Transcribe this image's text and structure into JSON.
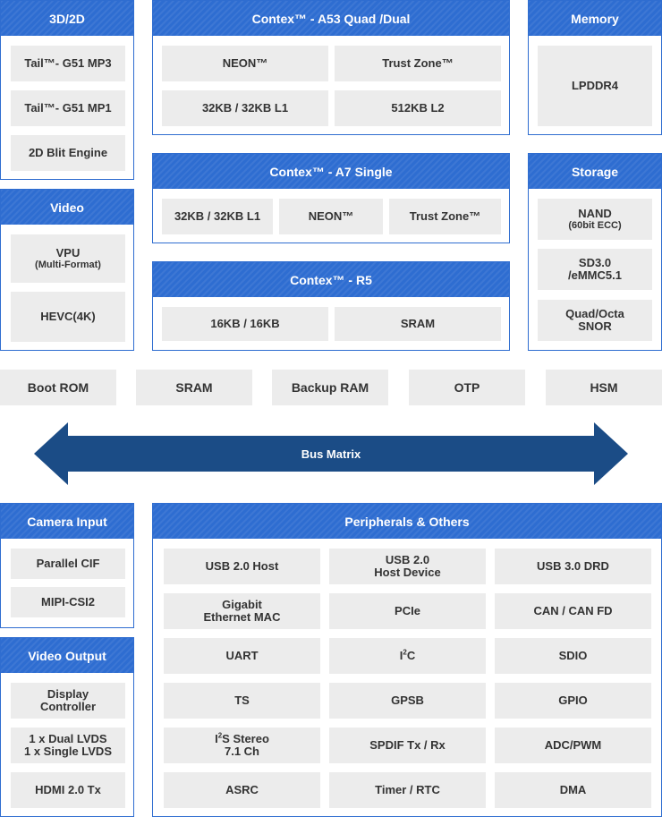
{
  "blocks": {
    "g3d": {
      "title": "3D/2D",
      "items": [
        "Tail™- G51 MP3",
        "Tail™- G51 MP1",
        "2D Blit Engine"
      ]
    },
    "a53": {
      "title": "Contex™ - A53 Quad /Dual",
      "items": [
        "NEON™",
        "Trust Zone™",
        "32KB / 32KB L1",
        "512KB  L2"
      ]
    },
    "memory": {
      "title": "Memory",
      "items": [
        "LPDDR4"
      ]
    },
    "video": {
      "title": "Video",
      "vpu_main": "VPU",
      "vpu_sub": "(Multi-Format)",
      "hevc": "HEVC(4K)"
    },
    "a7": {
      "title": "Contex™ - A7 Single",
      "items": [
        "32KB / 32KB L1",
        "NEON™",
        "Trust Zone™"
      ]
    },
    "storage": {
      "title": "Storage",
      "nand_main": "NAND",
      "nand_sub": "(60bit ECC)",
      "sd_line1": "SD3.0",
      "sd_line2": "/eMMC5.1",
      "qspi_line1": "Quad/Octa",
      "qspi_line2": "SNOR"
    },
    "r5": {
      "title": "Contex™ - R5",
      "items": [
        "16KB / 16KB",
        "SRAM"
      ]
    },
    "camera": {
      "title": "Camera Input",
      "items": [
        "Parallel CIF",
        "MIPI-CSI2"
      ]
    },
    "video_out": {
      "title": "Video Output",
      "display_line1": "Display",
      "display_line2": "Controller",
      "lvds_line1": "1 x Dual LVDS",
      "lvds_line2": "1 x Single LVDS",
      "hdmi": "HDMI 2.0 Tx"
    },
    "peripherals": {
      "title": "Peripherals & Others",
      "usb_host": "USB 2.0 Host",
      "usb_hd_line1": "USB 2.0",
      "usb_hd_line2": "Host Device",
      "usb3": "USB 3.0 DRD",
      "gbe_line1": "Gigabit",
      "gbe_line2": "Ethernet MAC",
      "pcie": "PCIe",
      "can": "CAN / CAN FD",
      "uart": "UART",
      "i2c_pre": "I",
      "i2c_sup": "2",
      "i2c_post": "C",
      "sdio": "SDIO",
      "ts": "TS",
      "gpsb": "GPSB",
      "gpio": "GPIO",
      "i2s_pre": "I",
      "i2s_sup": "2",
      "i2s_post": "S Stereo",
      "i2s_line2": "7.1 Ch",
      "spdif": "SPDIF Tx / Rx",
      "adc": "ADC/PWM",
      "asrc": "ASRC",
      "timer": "Timer / RTC",
      "dma": "DMA"
    }
  },
  "memory_row": [
    "Boot ROM",
    "SRAM",
    "Backup RAM",
    "OTP",
    "HSM"
  ],
  "bus": {
    "label": "Bus Matrix"
  },
  "colors": {
    "header": "#2e6dd1",
    "border": "#2f6dd0",
    "bus": "#1b4c86",
    "cell": "#ececec",
    "text": "#333333"
  }
}
